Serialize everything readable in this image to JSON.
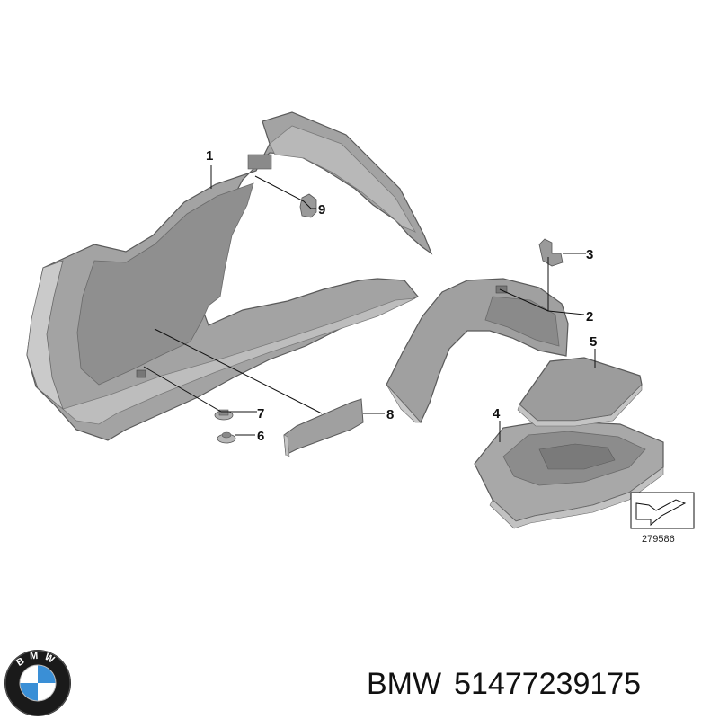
{
  "callouts": [
    "1",
    "2",
    "3",
    "4",
    "5",
    "6",
    "7",
    "8",
    "9"
  ],
  "diagram_ref": "279586",
  "brand": {
    "name": "BMW",
    "part_number": "51477239175",
    "logo_text": "BMW",
    "colors": {
      "blue": "#3a8fd6",
      "ring": "#1a1a1a",
      "white": "#ffffff"
    }
  },
  "colors": {
    "part_fill": "#9e9e9e",
    "part_light": "#c4c4c4",
    "part_dark": "#6f6f6f",
    "line": "#111111"
  }
}
